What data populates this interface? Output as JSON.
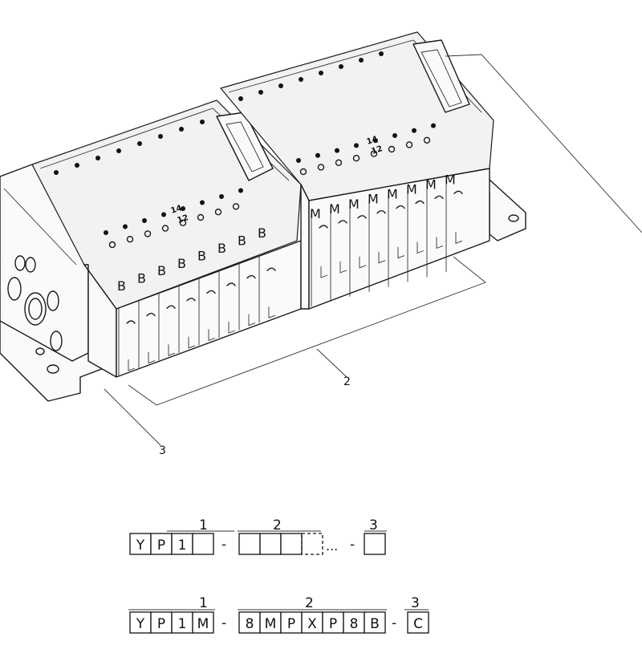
{
  "drawing": {
    "callouts": [
      {
        "id": "2",
        "label": "2"
      },
      {
        "id": "3",
        "label": "3"
      }
    ],
    "left_block_letters": [
      "B",
      "B",
      "B",
      "B",
      "B",
      "B",
      "B",
      "B"
    ],
    "right_block_letters": [
      "M",
      "M",
      "M",
      "M",
      "M",
      "M",
      "M",
      "M"
    ],
    "port_left_a": "14",
    "port_left_b": "12",
    "port_right_a": "14",
    "port_right_b": "12"
  },
  "code_template": {
    "group_numbers": [
      "1",
      "2",
      "3"
    ],
    "prefix_boxes": [
      "Y",
      "P",
      "1",
      ""
    ],
    "separator": "-",
    "middle_boxes": [
      "",
      "",
      ""
    ],
    "ellipsis": "...",
    "suffix_boxes": [
      ""
    ]
  },
  "code_example": {
    "group_numbers": [
      "1",
      "2",
      "3"
    ],
    "prefix_boxes": [
      "Y",
      "P",
      "1",
      "M"
    ],
    "separator": "-",
    "middle_boxes": [
      "8",
      "M",
      "P",
      "X",
      "P",
      "8",
      "B"
    ],
    "suffix_boxes": [
      "C"
    ]
  }
}
